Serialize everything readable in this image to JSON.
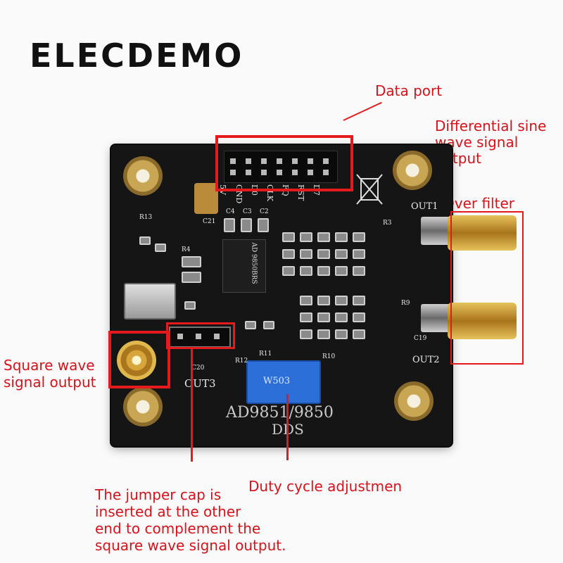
{
  "brand": "ELECDEMO",
  "callouts": {
    "data_port": "Data port",
    "diff_sine_1": "Differential sine",
    "diff_sine_2": "wave signal",
    "diff_sine_3": "output",
    "over_filter": "Over filter",
    "square_1": "Square wave",
    "square_2": "signal output",
    "jumper_1": "The jumper cap is",
    "jumper_2": "inserted at the other",
    "jumper_3": "end to complement the",
    "jumper_4": "square wave signal output.",
    "duty": "Duty cycle adjustmen"
  },
  "board": {
    "out1": "OUT1",
    "out2": "OUT2",
    "out3": "OUT3",
    "model": "AD9851/9850",
    "dds": "DDS",
    "chip_text": "AD 9850BRS",
    "pot_text": "W503",
    "pins": [
      "5V",
      "GND",
      "D0",
      "CLK",
      "FQ",
      "RST",
      "D7"
    ],
    "refs": [
      "R13",
      "C21",
      "C4",
      "C3",
      "C2",
      "R3",
      "R4",
      "R12",
      "R11",
      "R10",
      "C20",
      "C19",
      "R9"
    ]
  },
  "colors": {
    "accent": "#d8121a",
    "pcb": "#151515",
    "gold": "#c9a653"
  }
}
